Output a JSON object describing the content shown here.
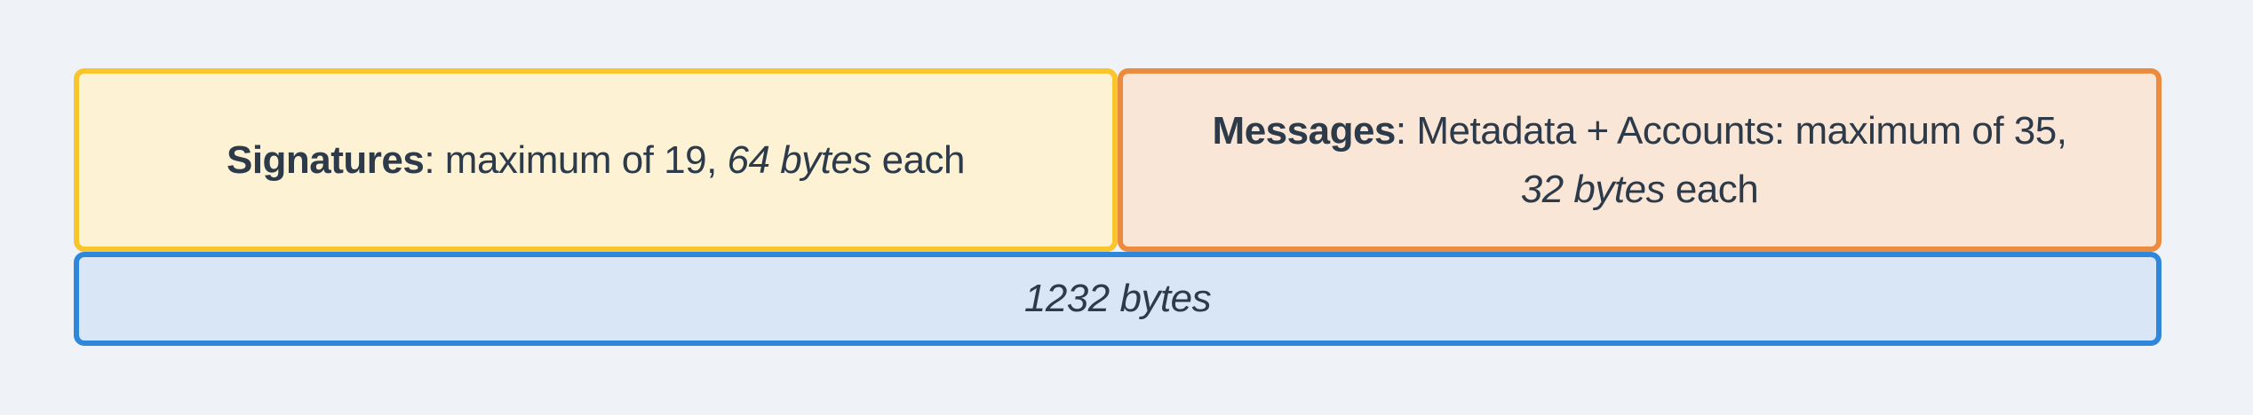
{
  "colors": {
    "background": "#EFF2F6",
    "text": "#2C3A4A",
    "signatures_border": "#F8C52C",
    "signatures_fill": "#FDF2D3",
    "messages_border": "#EC8A3D",
    "messages_fill": "#FAE6D6",
    "total_border": "#2F87DC",
    "total_fill": "#D8E6F6"
  },
  "boxes": {
    "signatures": {
      "label": "Signatures",
      "mid": ": maximum of 19, ",
      "italic": "64 bytes",
      "end": " each"
    },
    "messages": {
      "label": "Messages",
      "line1": ": Metadata + Accounts: maximum of 35,",
      "line2_italic": "32 bytes",
      "line2_end": " each"
    },
    "total": {
      "italic": "1232 bytes"
    }
  }
}
